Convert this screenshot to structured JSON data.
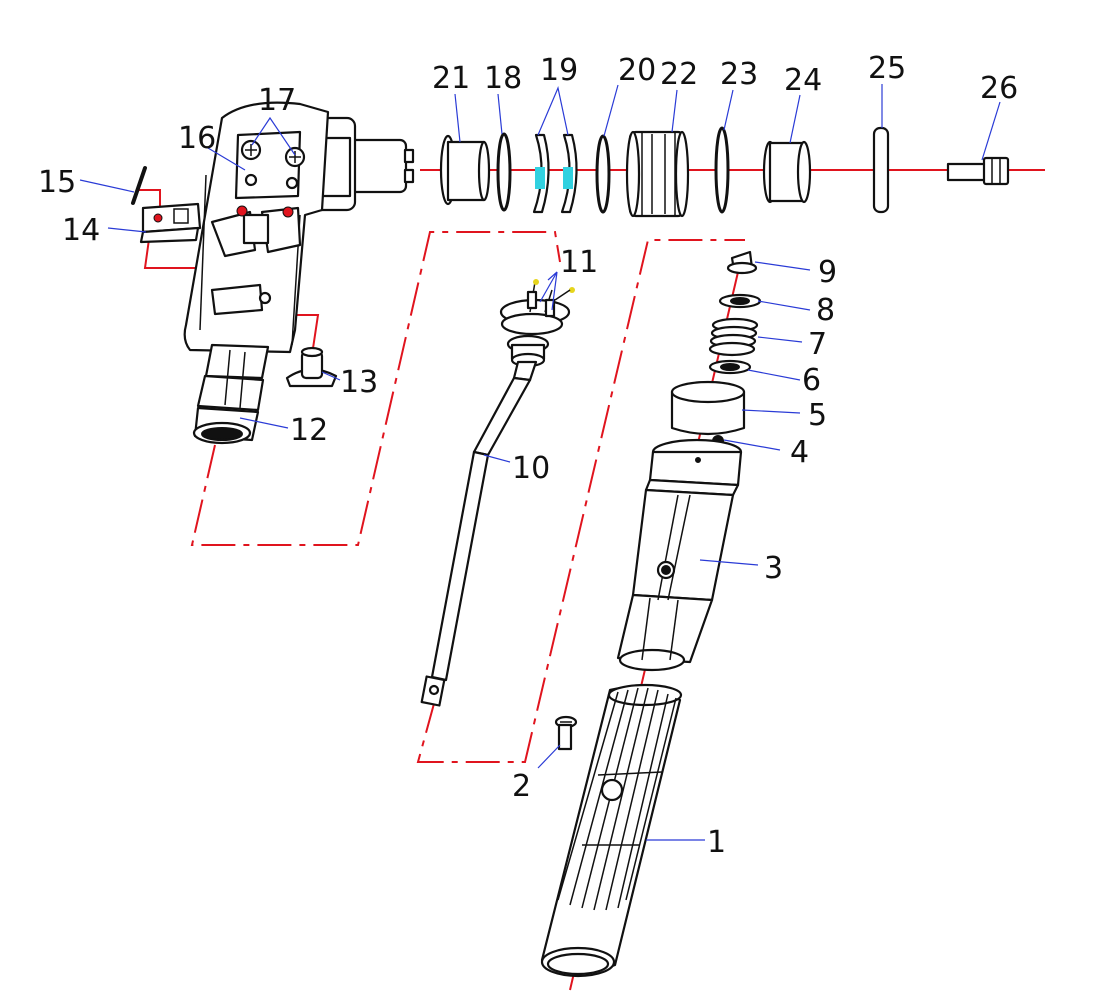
{
  "diagram": {
    "callouts": [
      {
        "key": "c1",
        "label": "1"
      },
      {
        "key": "c2",
        "label": "2"
      },
      {
        "key": "c3",
        "label": "3"
      },
      {
        "key": "c4",
        "label": "4"
      },
      {
        "key": "c5",
        "label": "5"
      },
      {
        "key": "c6",
        "label": "6"
      },
      {
        "key": "c7",
        "label": "7"
      },
      {
        "key": "c8",
        "label": "8"
      },
      {
        "key": "c9",
        "label": "9"
      },
      {
        "key": "c10",
        "label": "10"
      },
      {
        "key": "c11",
        "label": "11"
      },
      {
        "key": "c12",
        "label": "12"
      },
      {
        "key": "c13",
        "label": "13"
      },
      {
        "key": "c14",
        "label": "14"
      },
      {
        "key": "c15",
        "label": "15"
      },
      {
        "key": "c16",
        "label": "16"
      },
      {
        "key": "c17",
        "label": "17"
      },
      {
        "key": "c18",
        "label": "18"
      },
      {
        "key": "c19",
        "label": "19"
      },
      {
        "key": "c20",
        "label": "20"
      },
      {
        "key": "c21",
        "label": "21"
      },
      {
        "key": "c22",
        "label": "22"
      },
      {
        "key": "c23",
        "label": "23"
      },
      {
        "key": "c24",
        "label": "24"
      },
      {
        "key": "c25",
        "label": "25"
      },
      {
        "key": "c26",
        "label": "26"
      }
    ],
    "colors": {
      "axis": "#e0141e",
      "leader": "#2a3bd6",
      "outline": "#111111",
      "highlight": "#31d1e0"
    }
  }
}
